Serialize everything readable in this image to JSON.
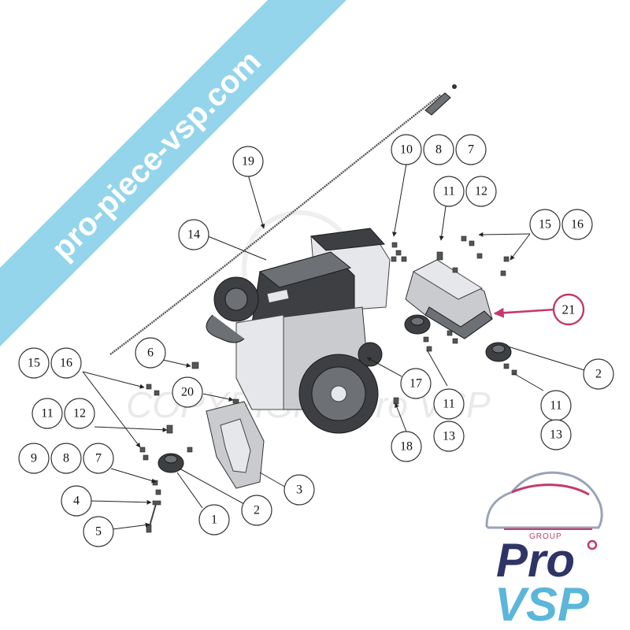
{
  "banner": {
    "text": "pro-piece-vsp.com",
    "color": "#8fd3ea"
  },
  "watermark": {
    "text": "COPYRIGHT Pro VSP"
  },
  "logo": {
    "group": "GROUP",
    "pro": "Pro",
    "vsp": "VSP",
    "accent": "#c23a6e",
    "dark": "#2f3466",
    "light": "#5bb6da"
  },
  "callouts": {
    "c19": "19",
    "c14": "14",
    "c10": "10",
    "c8a": "8",
    "c7a": "7",
    "c11a": "11",
    "c12a": "12",
    "c15a": "15",
    "c16a": "16",
    "c21": "21",
    "c2a": "2",
    "c6": "6",
    "c15b": "15",
    "c16b": "16",
    "c20": "20",
    "c17": "17",
    "c11b": "11",
    "c13a": "13",
    "c11c": "11",
    "c13b": "13",
    "c18": "18",
    "c11d": "11",
    "c12b": "12",
    "c9": "9",
    "c8b": "8",
    "c7b": "7",
    "c4": "4",
    "c5": "5",
    "c1": "1",
    "c2b": "2",
    "c3": "3"
  }
}
